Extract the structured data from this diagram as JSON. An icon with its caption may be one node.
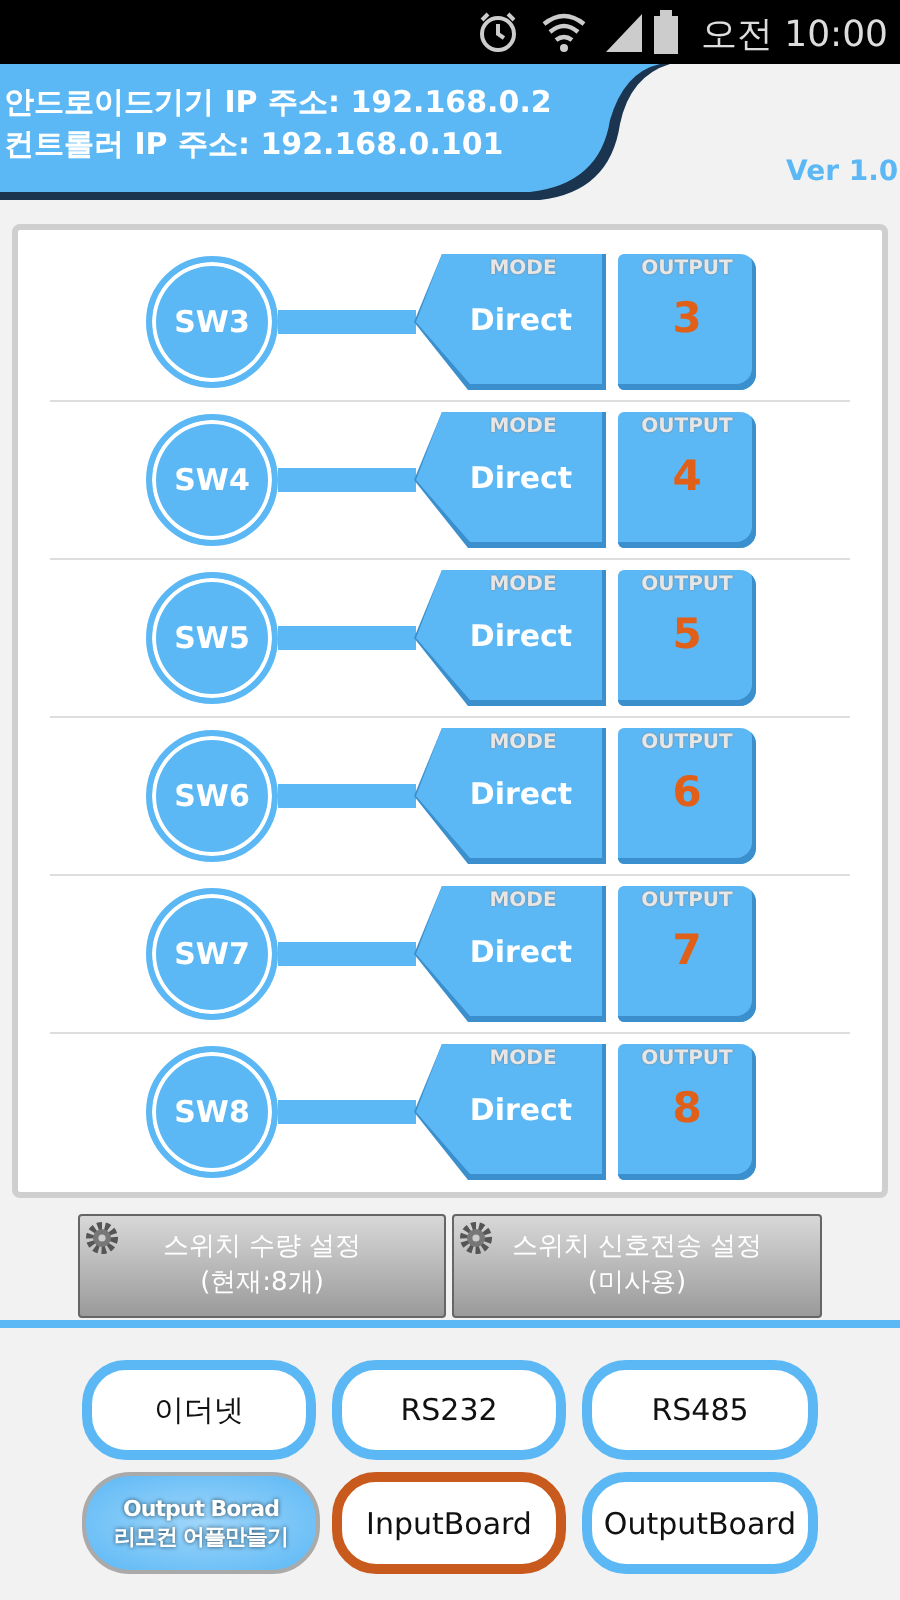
{
  "diagram": {
    "nodes": [
      {
        "text": [
          "SW3"
        ]
      },
      {
        "text": [
          "MODE",
          "Direct"
        ]
      },
      {
        "text": [
          "OUTPUT",
          "3"
        ]
      },
      {
        "text": [
          "SW4"
        ]
      },
      {
        "text": [
          "MODE",
          "Direct"
        ]
      },
      {
        "text": [
          "OUTPUT",
          "4"
        ]
      },
      {
        "text": [
          "SW5"
        ]
      },
      {
        "text": [
          "MODE",
          "Direct"
        ]
      },
      {
        "text": [
          "OUTPUT",
          "5"
        ]
      },
      {
        "text": [
          "SW6"
        ]
      },
      {
        "text": [
          "MODE",
          "Direct"
        ]
      },
      {
        "text": [
          "OUTPUT",
          "6"
        ]
      },
      {
        "text": [
          "SW7"
        ]
      },
      {
        "text": [
          "MODE",
          "Direct"
        ]
      },
      {
        "text": [
          "OUTPUT",
          "7"
        ]
      },
      {
        "text": [
          "SW8"
        ]
      },
      {
        "text": [
          "MODE",
          "Direct"
        ]
      },
      {
        "text": [
          "OUTPUT",
          "8"
        ]
      },
      {
        "text": [
          "스위치 수량 설정 (현재:8개)"
        ]
      },
      {
        "text": [
          "스위치 신호전송 설정 (미사용)"
        ]
      },
      {
        "text": [
          "이더넷"
        ]
      },
      {
        "text": [
          "RS232"
        ]
      },
      {
        "text": [
          "RS485"
        ]
      },
      {
        "text": [
          "Output Borad 리모컨 어플만들기"
        ]
      },
      {
        "text": [
          "InputBoard"
        ]
      },
      {
        "text": [
          "OutputBoard"
        ]
      }
    ],
    "edges": [
      {
        "from": 0,
        "to": 1,
        "arrow": "none"
      },
      {
        "from": 3,
        "to": 4,
        "arrow": "none"
      },
      {
        "from": 6,
        "to": 7,
        "arrow": "none"
      },
      {
        "from": 9,
        "to": 10,
        "arrow": "none"
      },
      {
        "from": 12,
        "to": 13,
        "arrow": "none"
      },
      {
        "from": 15,
        "to": 16,
        "arrow": "none"
      }
    ],
    "labels": [
      "오전 10:00",
      "안드로이드기기 IP 주소: 192.168.0.2",
      "컨트롤러 IP 주소: 192.168.0.101",
      "Ver 1.0"
    ]
  }
}
